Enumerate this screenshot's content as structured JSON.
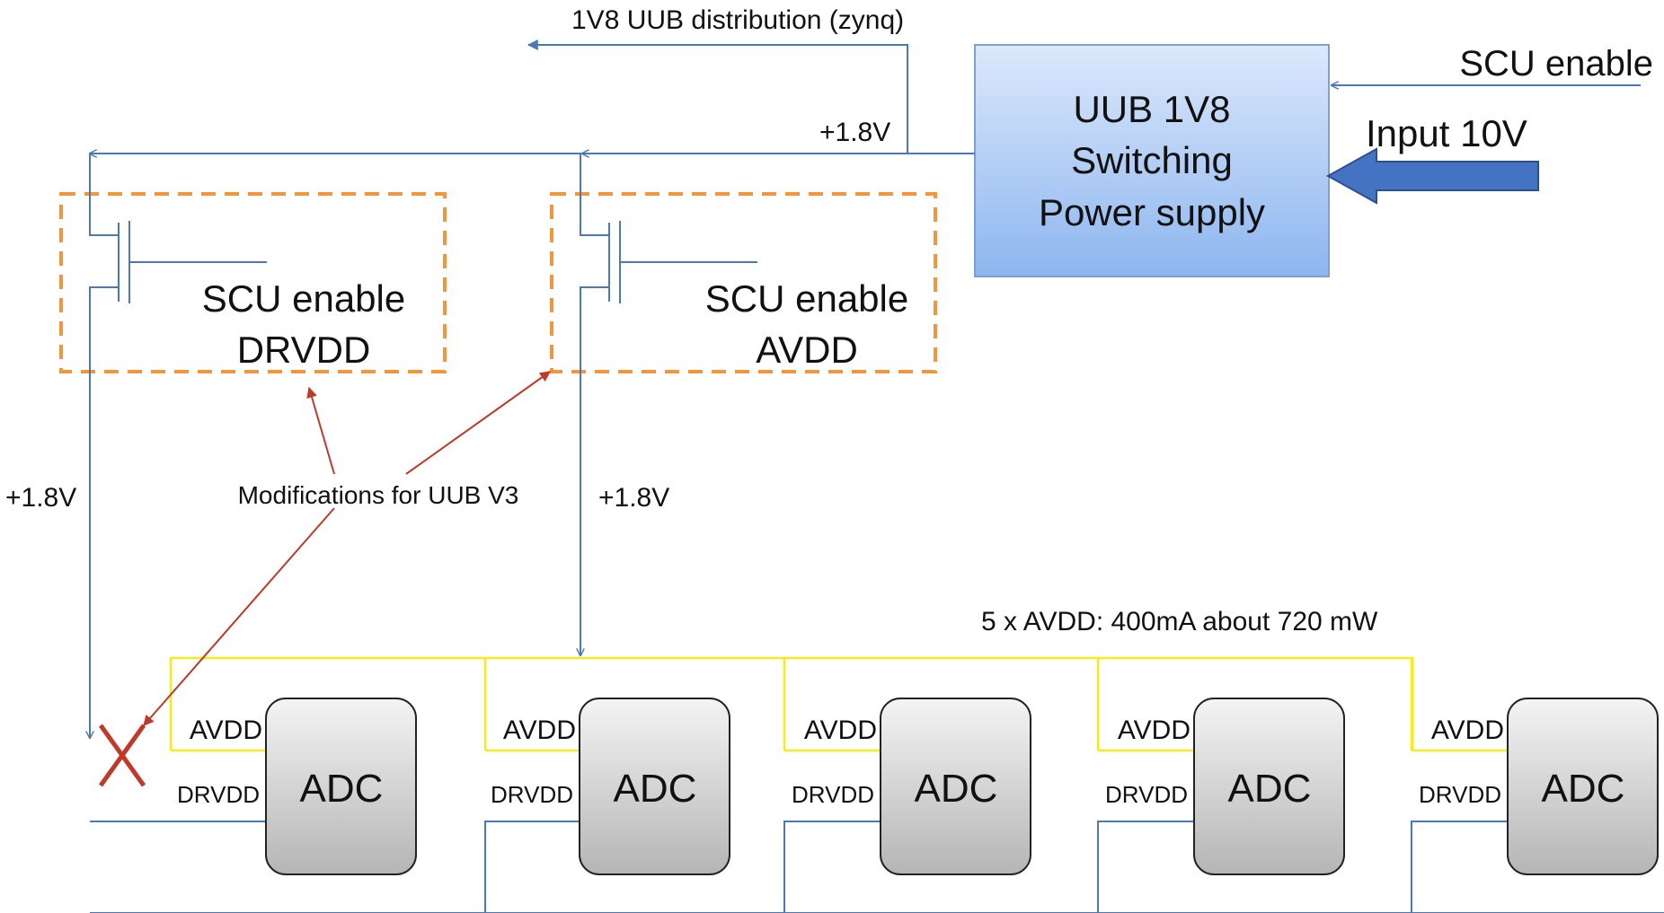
{
  "colors": {
    "wire": "#4a78b8",
    "yellow_bus": "#f5ec1c",
    "dashed_box": "#f2963d",
    "annotation": "#c0392b",
    "psu_fill_top": "#dce8fb",
    "psu_fill_bottom": "#8db6ef",
    "psu_border": "#7f9fd0",
    "adc_fill_top": "#f2f2f2",
    "adc_fill_bottom": "#b8b8b8",
    "input_arrow": "#4473c4"
  },
  "labels": {
    "distribution": "1V8 UUB distribution (zynq)",
    "scu_enable_input": "SCU enable",
    "input_10v": "Input 10V",
    "psu_line1": "UUB 1V8",
    "psu_line2": "Switching",
    "psu_line3": "Power supply",
    "rail_top": "+1.8V",
    "rail_left": "+1.8V",
    "rail_mid": "+1.8V",
    "switch_drvdd_line1": "SCU enable",
    "switch_drvdd_line2": "DRVDD",
    "switch_avdd_line1": "SCU enable",
    "switch_avdd_line2": "AVDD",
    "modifications": "Modifications for UUB V3",
    "avdd_total": "5 x AVDD: 400mA about 720 mW"
  },
  "adcs": [
    {
      "label": "ADC",
      "avdd": "AVDD",
      "drvdd": "DRVDD"
    },
    {
      "label": "ADC",
      "avdd": "AVDD",
      "drvdd": "DRVDD"
    },
    {
      "label": "ADC",
      "avdd": "AVDD",
      "drvdd": "DRVDD"
    },
    {
      "label": "ADC",
      "avdd": "AVDD",
      "drvdd": "DRVDD"
    },
    {
      "label": "ADC",
      "avdd": "AVDD",
      "drvdd": "DRVDD"
    }
  ]
}
